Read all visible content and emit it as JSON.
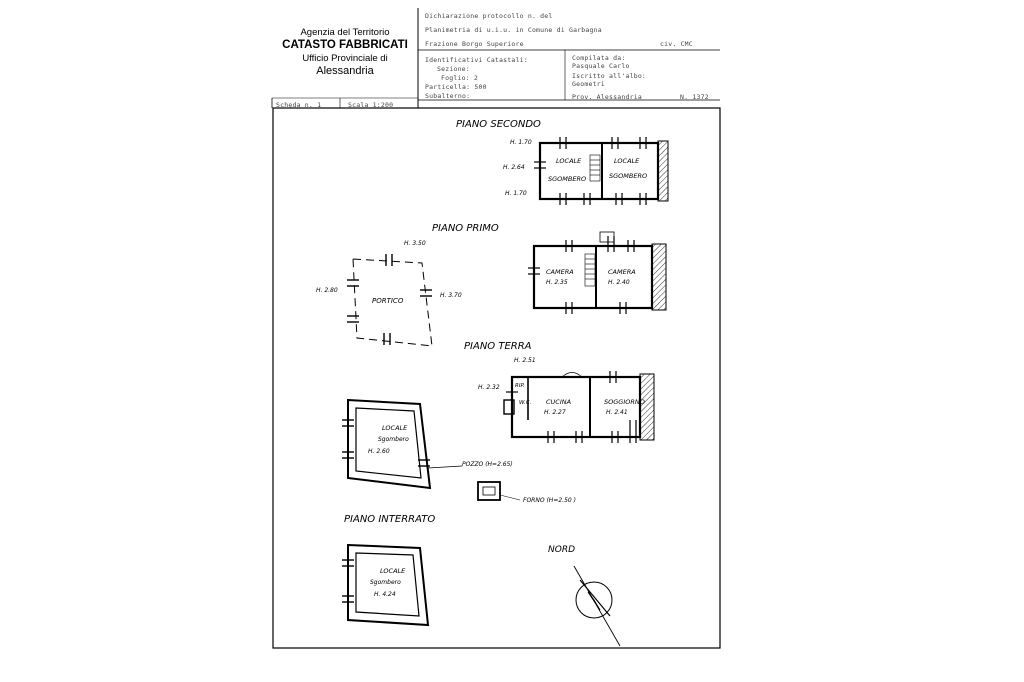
{
  "office": {
    "line1": "Agenzia del Territorio",
    "line2": "CATASTO FABBRICATI",
    "line3": "Ufficio Provinciale di",
    "line4": "Alessandria"
  },
  "header_fields": {
    "protocol": "Dichiarazione protocollo n.    del",
    "location": "Planimetria di u.i.u. in Comune di Garbagna",
    "address": "Frazione Borgo Superiore",
    "civic": "civ. CMC",
    "identifiers": "Identificativi Catastali:",
    "sezione": "Sezione:",
    "foglio": "Foglio: 2",
    "particella": "Particella: 500",
    "subalterno": "Subalterno:",
    "compiled_by": "Compilata da:",
    "compiler_name": "Pasquale Carlo",
    "register": "Iscritto all'albo:",
    "register_val": "Geometri",
    "province": "Prov. Alessandria",
    "number": "N. 1372",
    "sheet": "Scheda n. 1",
    "scale": "Scala 1:200"
  },
  "floors": {
    "second": "PIANO   SECONDO",
    "first": "PIANO   PRIMO",
    "ground": "PIANO   TERRA",
    "basement": "PIANO   INTERRATO"
  },
  "rooms": {
    "locale": "LOCALE",
    "sgombero": "SGOMBERO",
    "camera": "CAMERA",
    "portico": "PORTICO",
    "cucina": "CUCINA",
    "soggiorno": "SOGGIORNO",
    "wc": "W.C.",
    "rip": "RIP.",
    "sgombero_lc": "Sgombero"
  },
  "heights": {
    "s1": "H. 1.70",
    "s2": "H. 2.64",
    "s3": "H. 1.70",
    "p1": "H. 3.50",
    "p2": "H. 2.80",
    "p3": "H. 3.70",
    "p4": "H. 2.35",
    "p5": "H. 2.40",
    "t1": "H. 2.51",
    "t2": "H. 2.32",
    "t3": "H. 2.27",
    "t4": "H. 2.41",
    "t5": "H. 2.60",
    "i1": "H. 4.24"
  },
  "annotations": {
    "pozzo": "POZZO (H=2.65)",
    "forno": "FORNO (H=2.50 )",
    "nord": "NORD"
  }
}
